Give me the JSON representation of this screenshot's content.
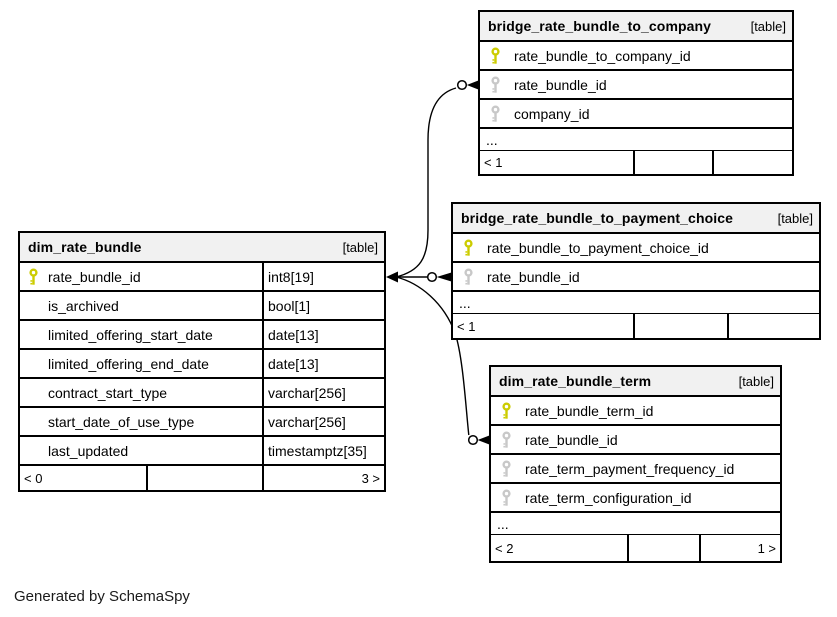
{
  "diagram": {
    "generator_note": "Generated by SchemaSpy"
  },
  "colors": {
    "primary_key_icon": "#cccc00",
    "foreign_key_icon": "#c8c8c8",
    "header_bg": "#f1f1f1",
    "table_border": "#000000",
    "table_bg": "#ffffff"
  },
  "tables": [
    {
      "name": "dim_rate_bundle",
      "tag": "[table]",
      "has_type_column": true,
      "columns": [
        {
          "icon": "primary-key-icon",
          "name": "rate_bundle_id",
          "type": "int8[19]"
        },
        {
          "icon": null,
          "name": "is_archived",
          "type": "bool[1]"
        },
        {
          "icon": null,
          "name": "limited_offering_start_date",
          "type": "date[13]"
        },
        {
          "icon": null,
          "name": "limited_offering_end_date",
          "type": "date[13]"
        },
        {
          "icon": null,
          "name": "contract_start_type",
          "type": "varchar[256]"
        },
        {
          "icon": null,
          "name": "start_date_of_use_type",
          "type": "varchar[256]"
        },
        {
          "icon": null,
          "name": "last_updated",
          "type": "timestamptz[35]"
        }
      ],
      "ellipsis": null,
      "footer": [
        "< 0",
        "",
        "3 >"
      ]
    },
    {
      "name": "bridge_rate_bundle_to_company",
      "tag": "[table]",
      "has_type_column": false,
      "columns": [
        {
          "icon": "primary-key-icon",
          "name": "rate_bundle_to_company_id"
        },
        {
          "icon": "foreign-key-icon",
          "name": "rate_bundle_id"
        },
        {
          "icon": "foreign-key-icon",
          "name": "company_id"
        }
      ],
      "ellipsis": "...",
      "footer": [
        "< 1",
        "",
        ""
      ]
    },
    {
      "name": "bridge_rate_bundle_to_payment_choice",
      "tag": "[table]",
      "has_type_column": false,
      "columns": [
        {
          "icon": "primary-key-icon",
          "name": "rate_bundle_to_payment_choice_id"
        },
        {
          "icon": "foreign-key-icon",
          "name": "rate_bundle_id"
        }
      ],
      "ellipsis": "...",
      "footer": [
        "< 1",
        "",
        ""
      ]
    },
    {
      "name": "dim_rate_bundle_term",
      "tag": "[table]",
      "has_type_column": false,
      "columns": [
        {
          "icon": "primary-key-icon",
          "name": "rate_bundle_term_id"
        },
        {
          "icon": "foreign-key-icon",
          "name": "rate_bundle_id"
        },
        {
          "icon": "foreign-key-icon",
          "name": "rate_term_payment_frequency_id"
        },
        {
          "icon": "foreign-key-icon",
          "name": "rate_term_configuration_id"
        }
      ],
      "ellipsis": "...",
      "footer": [
        "< 2",
        "",
        "1 >"
      ]
    }
  ],
  "relationships": [
    {
      "from": "dim_rate_bundle.rate_bundle_id",
      "to": "bridge_rate_bundle_to_company.rate_bundle_id"
    },
    {
      "from": "dim_rate_bundle.rate_bundle_id",
      "to": "bridge_rate_bundle_to_payment_choice.rate_bundle_id"
    },
    {
      "from": "dim_rate_bundle.rate_bundle_id",
      "to": "dim_rate_bundle_term.rate_bundle_id"
    }
  ]
}
